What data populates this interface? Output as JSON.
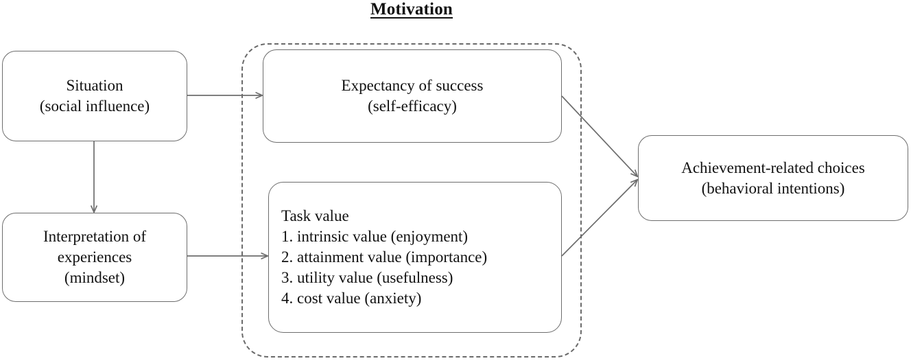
{
  "diagram": {
    "group_title": "Motivation",
    "nodes": {
      "situation": {
        "lines": [
          "Situation",
          "(social influence)"
        ]
      },
      "interpretation": {
        "lines": [
          "Interpretation of",
          "experiences",
          "(mindset)"
        ]
      },
      "expectancy": {
        "lines": [
          "Expectancy of success",
          "(self-efficacy)"
        ]
      },
      "task_value": {
        "lines": [
          "Task value",
          "1. intrinsic value (enjoyment)",
          "2. attainment value (importance)",
          "3. utility value (usefulness)",
          "4. cost value (anxiety)"
        ]
      },
      "outcome": {
        "lines": [
          "Achievement-related choices",
          "(behavioral intentions)"
        ]
      }
    },
    "edges": [
      {
        "name": "situation-to-expectancy",
        "from": "situation",
        "to": "expectancy"
      },
      {
        "name": "situation-to-interpretation",
        "from": "situation",
        "to": "interpretation"
      },
      {
        "name": "interpretation-to-task-value",
        "from": "interpretation",
        "to": "task_value"
      },
      {
        "name": "expectancy-to-outcome",
        "from": "expectancy",
        "to": "outcome"
      },
      {
        "name": "task-value-to-outcome",
        "from": "task_value",
        "to": "outcome"
      }
    ],
    "colors": {
      "stroke": "#6d6d6d",
      "text": "#111111",
      "background": "#ffffff",
      "dashed_border": "#6a6a6a"
    }
  }
}
